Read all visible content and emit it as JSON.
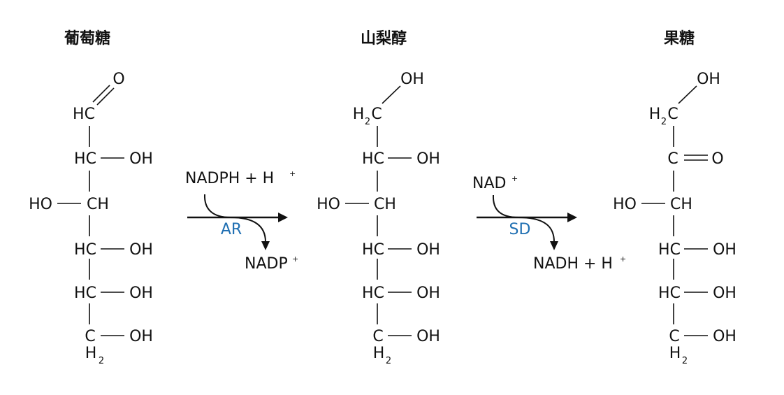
{
  "molecules": {
    "glucose": {
      "name": "葡萄糖",
      "o_top": "O",
      "c1": "HC",
      "c2": "HC",
      "oh2": "OH",
      "ho3": "HO",
      "c3": "CH",
      "c4": "HC",
      "oh4": "OH",
      "c5": "HC",
      "oh5": "OH",
      "c6": "C",
      "h6": "H",
      "h6_sub": "2",
      "oh6": "OH"
    },
    "sorbitol": {
      "name": "山梨醇",
      "oh1": "OH",
      "h1": "H",
      "h1_sub": "2",
      "c1": "C",
      "c2": "HC",
      "oh2": "OH",
      "ho3": "HO",
      "c3": "CH",
      "c4": "HC",
      "oh4": "OH",
      "c5": "HC",
      "oh5": "OH",
      "c6": "C",
      "h6": "H",
      "h6_sub": "2",
      "oh6": "OH"
    },
    "fructose": {
      "name": "果糖",
      "oh1": "OH",
      "h1": "H",
      "h1_sub": "2",
      "c1": "C",
      "c2": "C",
      "o2": "O",
      "ho3": "HO",
      "c3": "CH",
      "c4": "HC",
      "oh4": "OH",
      "c5": "HC",
      "oh5": "OH",
      "c6": "C",
      "h6": "H",
      "h6_sub": "2",
      "oh6": "OH"
    }
  },
  "reactions": {
    "step1": {
      "reactant": "NADPH + H",
      "reactant_sup": "+",
      "enzyme": "AR",
      "product": "NADP",
      "product_sup": "+"
    },
    "step2": {
      "reactant": "NAD",
      "reactant_sup": "+",
      "enzyme": "SD",
      "product": "NADH + H",
      "product_sup": "+"
    }
  },
  "colors": {
    "enzyme": "#1f6fb2",
    "ink": "#111111"
  }
}
